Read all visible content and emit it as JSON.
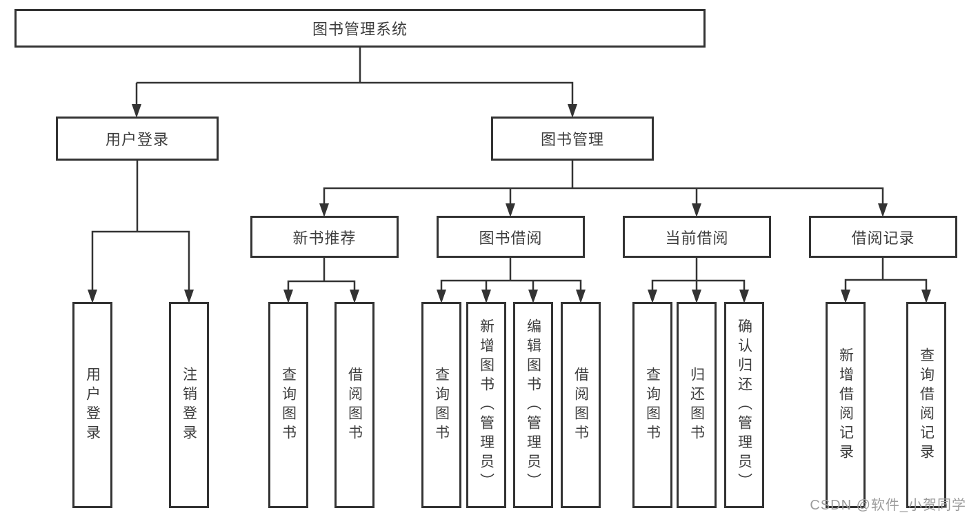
{
  "diagram": {
    "root_label": "图书管理系统",
    "level2": {
      "user_login": "用户登录",
      "book_management": "图书管理"
    },
    "level3": {
      "new_book": "新书推荐",
      "borrow": "图书借阅",
      "current": "当前借阅",
      "records": "借阅记录"
    },
    "leaves": {
      "user_login_1": "用户登录",
      "user_login_2": "注销登录",
      "new_book_1": "查询图书",
      "new_book_2": "借阅图书",
      "borrow_1": "查询图书",
      "borrow_2": "新增图书（管理员）",
      "borrow_3": "编辑图书（管理员）",
      "borrow_4": "借阅图书",
      "current_1": "查询图书",
      "current_2": "归还图书",
      "current_3": "确认归还（管理员）",
      "records_1": "新增借阅记录",
      "records_2": "查询借阅记录"
    }
  },
  "watermark": "CSDN @软件_小贺同学",
  "colors": {
    "line": "#333333",
    "border": "#333333",
    "text": "#3d3d3d",
    "watermark": "#9c9c9c",
    "background": "#ffffff"
  }
}
